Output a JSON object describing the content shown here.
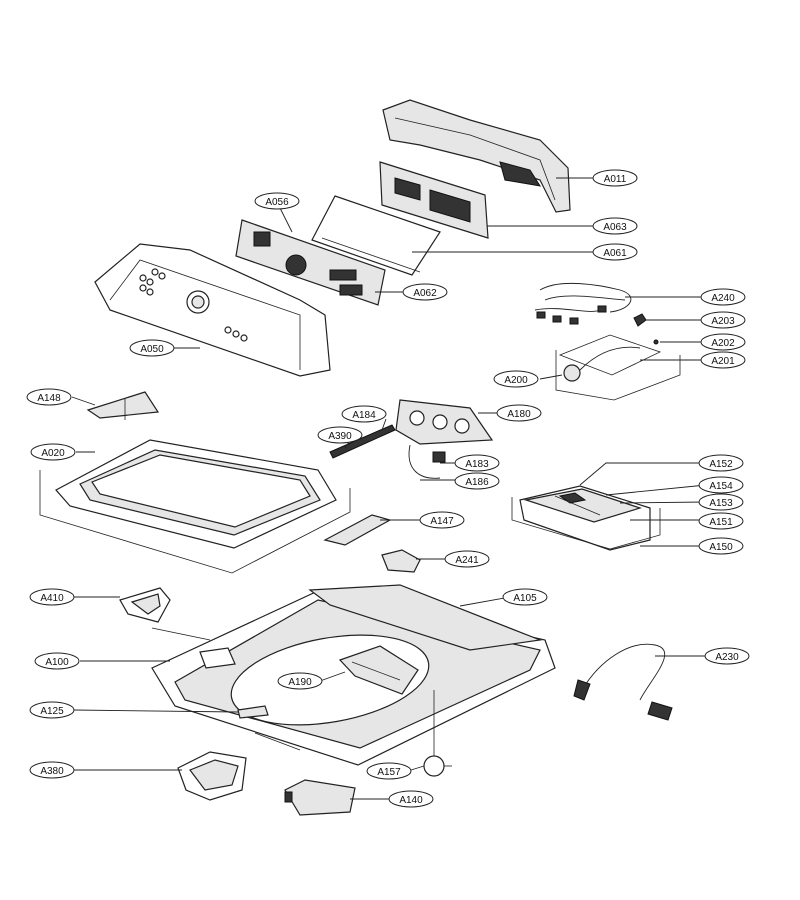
{
  "labels": {
    "a011": "A011",
    "a063": "A063",
    "a061": "A061",
    "a056": "A056",
    "a062": "A062",
    "a050": "A050",
    "a240": "A240",
    "a203": "A203",
    "a202": "A202",
    "a201": "A201",
    "a200": "A200",
    "a148": "A148",
    "a184": "A184",
    "a180": "A180",
    "a390": "A390",
    "a020": "A020",
    "a183": "A183",
    "a186": "A186",
    "a152": "A152",
    "a154": "A154",
    "a153": "A153",
    "a151": "A151",
    "a147": "A147",
    "a150": "A150",
    "a241": "A241",
    "a410": "A410",
    "a105": "A105",
    "a100": "A100",
    "a230": "A230",
    "a190": "A190",
    "a125": "A125",
    "a380": "A380",
    "a157": "A157",
    "a140": "A140"
  }
}
